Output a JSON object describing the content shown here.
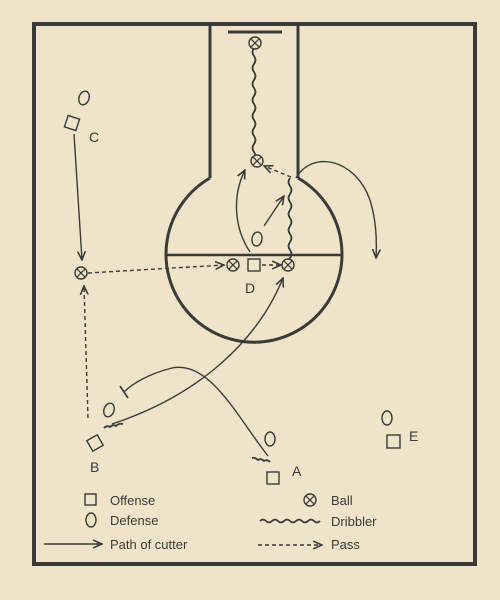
{
  "players": {
    "A": "A",
    "B": "B",
    "C": "C",
    "D": "D",
    "E": "E"
  },
  "legend": {
    "offense": "Offense",
    "defense": "Defense",
    "path_of_cutter": "Path of cutter",
    "ball": "Ball",
    "dribbler": "Dribbler",
    "pass": "Pass"
  },
  "colors": {
    "card": "#efe4c9",
    "ink": "#3a3a36"
  }
}
